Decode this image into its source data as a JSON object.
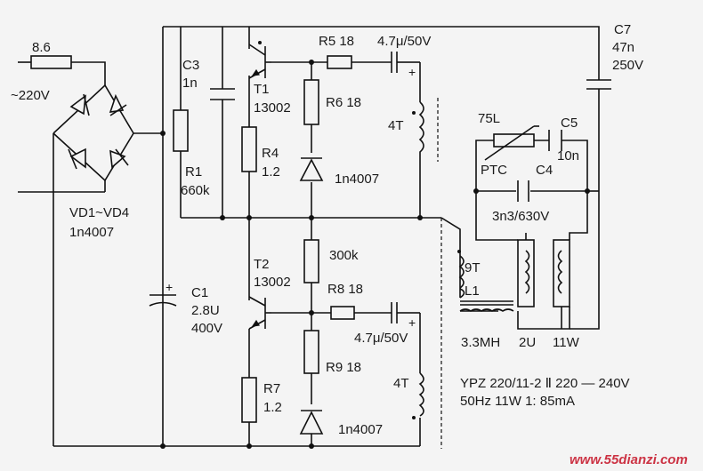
{
  "labels": {
    "fuse_value": "8.6",
    "ac_input": "~220V",
    "bridge_name": "VD1~VD4",
    "bridge_part": "1n4007",
    "c3_name": "C3",
    "c3_value": "1n",
    "r1_name": "R1",
    "r1_value": "660k",
    "t1_name": "T1",
    "t1_part": "13002",
    "r4_name": "R4",
    "r4_value": "1.2",
    "r5": "R5  18",
    "r6": "R6  18",
    "c_top": "4.7μ/50V",
    "t_top": "4T",
    "d_top": "1n4007",
    "r_mid_value": "300k",
    "t2_name": "T2",
    "t2_part": "13002",
    "r8": "R8  18",
    "c_bottom": "4.7μ/50V",
    "r9": "R9  18",
    "t_bottom": "4T",
    "d_bottom": "1n4007",
    "r7_name": "R7",
    "r7_value": "1.2",
    "c1_name": "C1",
    "c1_value": "2.8U",
    "c1_voltage": "400V",
    "c7_name": "C7",
    "c7_value": "47n",
    "c7_voltage": "250V",
    "l75": "75L",
    "c5_name": "C5",
    "c5_value": "10n",
    "ptc": "PTC",
    "c4_name": "C4",
    "c4_value": "3n3/630V",
    "l1_turns": "9T",
    "l1_name": "L1",
    "l1_value": "3.3MH",
    "lamp_type": "2U",
    "lamp_power": "11W",
    "model_line1": "YPZ 220/11-2 Ⅱ     220 — 240V",
    "model_line2": "50Hz    11W    1:  85mA",
    "plus_c1": "+",
    "plus_c_top": "+",
    "plus_c_bottom": "+",
    "watermark": "www.55dianzi.com"
  }
}
